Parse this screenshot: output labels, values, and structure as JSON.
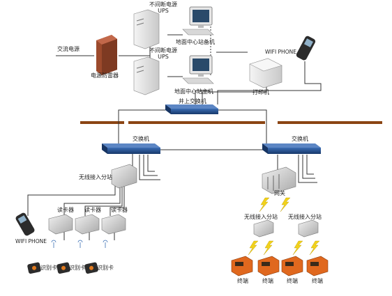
{
  "labels": {
    "ac_power": "交流电源",
    "surge_protector": "电源防雷器",
    "ups_top": "不间断电源\nUPS",
    "ups_bottom": "不间断电源\nUPS",
    "backup_station": "地面中心站备机",
    "main_station": "地面中心站主机",
    "printer": "打印机",
    "wifi_phone_top": "WIFI PHONE",
    "mine_switch": "井上交换机",
    "switch_left": "交换机",
    "switch_right": "交换机",
    "wireless_substation_left": "无线接入分站",
    "gateway": "网关",
    "wireless_substation_r1": "无线接入分站",
    "wireless_substation_r2": "无线接入分站",
    "card_reader_1": "读卡器",
    "card_reader_2": "读卡器",
    "card_reader_3": "读卡器",
    "wifi_phone_bottom": "WIFI PHONE",
    "id_card_1": "识别卡",
    "id_card_2": "识别卡",
    "id_card_3": "识别卡",
    "terminal_1": "终端",
    "terminal_2": "终端",
    "terminal_3": "终端",
    "terminal_4": "终端"
  },
  "colors": {
    "ground_line": "#8b4513",
    "switch_body": "#1f4f8f",
    "surge_box": "#9c4a2c",
    "terminal": "#e0681e",
    "lightning": "#f2d21b",
    "cable": "#333333"
  }
}
